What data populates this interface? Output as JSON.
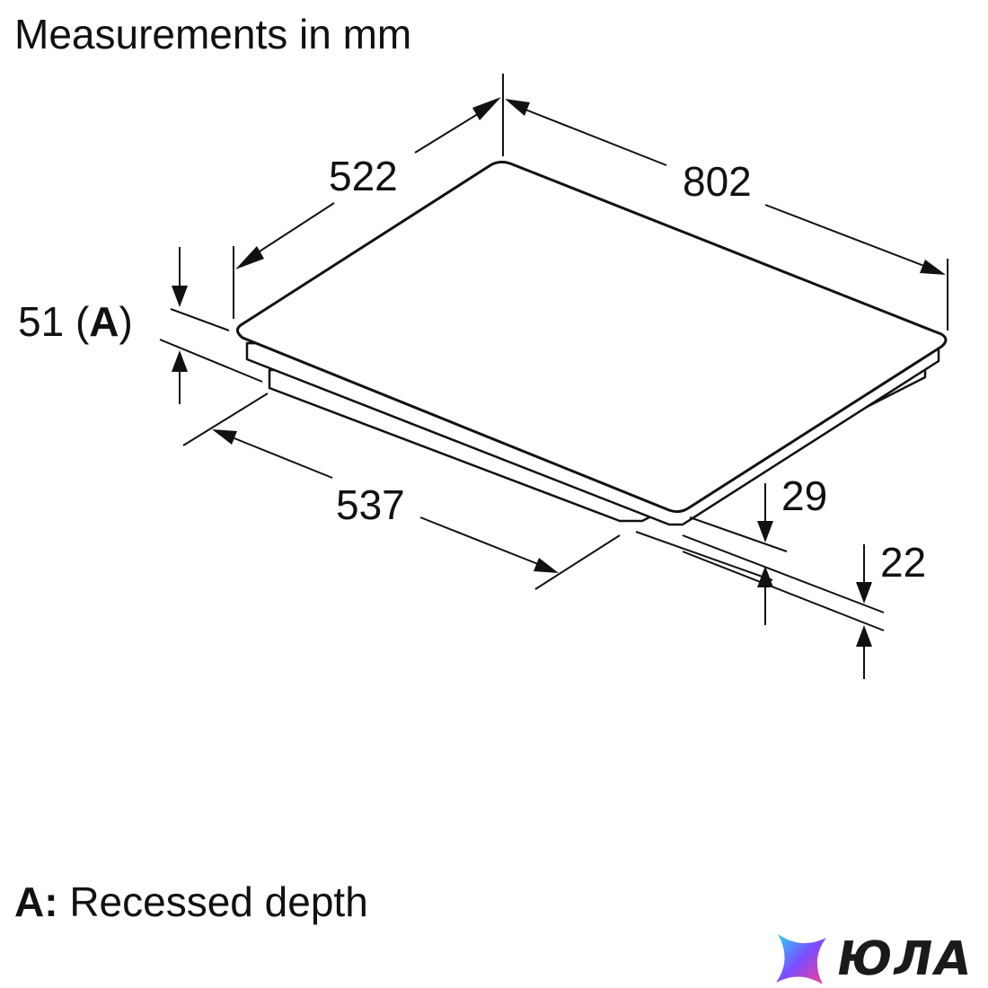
{
  "title": "Measurements in mm",
  "dimensions": {
    "width": "802",
    "depth": "522",
    "cutout": "537",
    "recessed_value": "51 (",
    "recessed_key": "A",
    "recessed_close": ")",
    "frame_height": "29",
    "glass_height": "22"
  },
  "legend": {
    "key": "A:",
    "text": " Recessed depth"
  },
  "logo": {
    "text": "ЮЛА",
    "colors": [
      "#2bd3ff",
      "#7b4dff",
      "#ff3d8b"
    ]
  }
}
